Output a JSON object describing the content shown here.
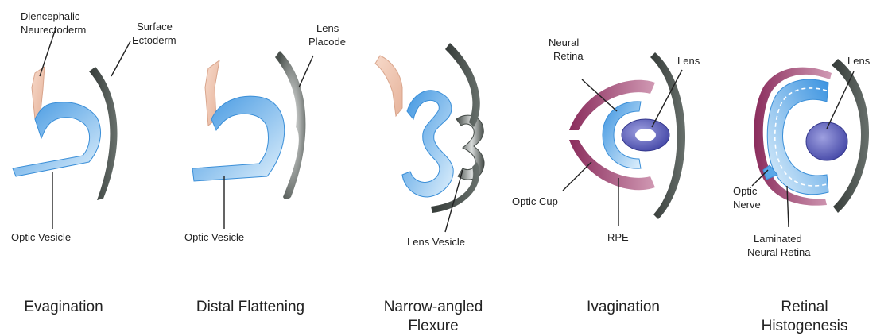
{
  "colors": {
    "neuroectoderm": "#f2c9b3",
    "neural_retina": "#5aa8e8",
    "neural_retina_light": "#d6ecfb",
    "ectoderm": "#4f5652",
    "ectoderm_light": "#c9cdcb",
    "lens": "#5c5fb8",
    "lens_light": "#c4c6ee",
    "rpe": "#a13d6e",
    "rpe_light": "#e0b4c9"
  },
  "stages": [
    {
      "title_lines": [
        "Evagination"
      ],
      "labels": {
        "diencephalic": [
          "Diencephalic",
          "Neurectoderm"
        ],
        "surface_ectoderm": [
          "Surface",
          "Ectoderm"
        ],
        "optic_vesicle": "Optic Vesicle"
      }
    },
    {
      "title_lines": [
        "Distal Flattening"
      ],
      "labels": {
        "lens_placode": [
          "Lens",
          "Placode"
        ],
        "optic_vesicle": "Optic Vesicle"
      }
    },
    {
      "title_lines": [
        "Narrow-angled",
        "Flexure"
      ],
      "labels": {
        "lens_vesicle": "Lens Vesicle"
      }
    },
    {
      "title_lines": [
        "Ivagination"
      ],
      "labels": {
        "neural_retina": [
          "Neural",
          "Retina"
        ],
        "lens": "Lens",
        "optic_cup": "Optic Cup",
        "rpe": "RPE"
      }
    },
    {
      "title_lines": [
        "Retinal",
        "Histogenesis"
      ],
      "labels": {
        "lens": "Lens",
        "optic_nerve": [
          "Optic",
          "Nerve"
        ],
        "laminated": [
          "Laminated",
          "Neural Retina"
        ]
      }
    }
  ]
}
